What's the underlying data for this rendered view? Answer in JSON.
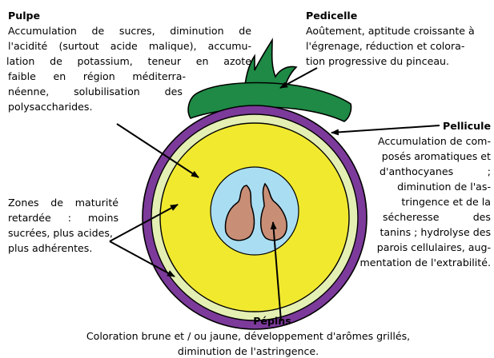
{
  "colors": {
    "outer_ring": "#7c3a9a",
    "inner_ring": "#e4efb4",
    "pulp": "#f1e92e",
    "seed_zone": "#a9ddf2",
    "seed": "#c98e76",
    "stem": "#1e8a45",
    "outline": "#000000"
  },
  "pulpe": {
    "title": "Pulpe",
    "lines": [
      "Accumulation de sucres, diminution de",
      "l'acidité (surtout acide malique), accumu-",
      "lation de potassium, teneur en azote",
      "faible en région méditerra-",
      "néenne, solubilisation des",
      "polysaccharides."
    ]
  },
  "pedicelle": {
    "title": "Pedicelle",
    "lines": [
      "Aoûtement, aptitude croissante à",
      "l'égrenage, réduction et colora-",
      "tion progressive du pinceau."
    ]
  },
  "pellicule": {
    "title": "Pellicule",
    "lines": [
      "Accumulation de com-",
      "posés aromatiques et",
      "d'anthocyanes ;",
      "diminution de l'as-",
      "tringence et de la",
      "sécheresse des",
      "tanins ; hydrolyse des",
      "parois cellulaires, aug-",
      "mentation de l'extrabilité."
    ]
  },
  "zones": {
    "lines": [
      "Zones de maturité",
      "retardée : moins",
      "sucrées, plus acides,",
      "plus adhérentes."
    ]
  },
  "pepins": {
    "title": "Pépins",
    "lines": [
      "Coloration brune et / ou jaune, développement d'arômes grillés,",
      "diminution de l'astringence."
    ]
  }
}
